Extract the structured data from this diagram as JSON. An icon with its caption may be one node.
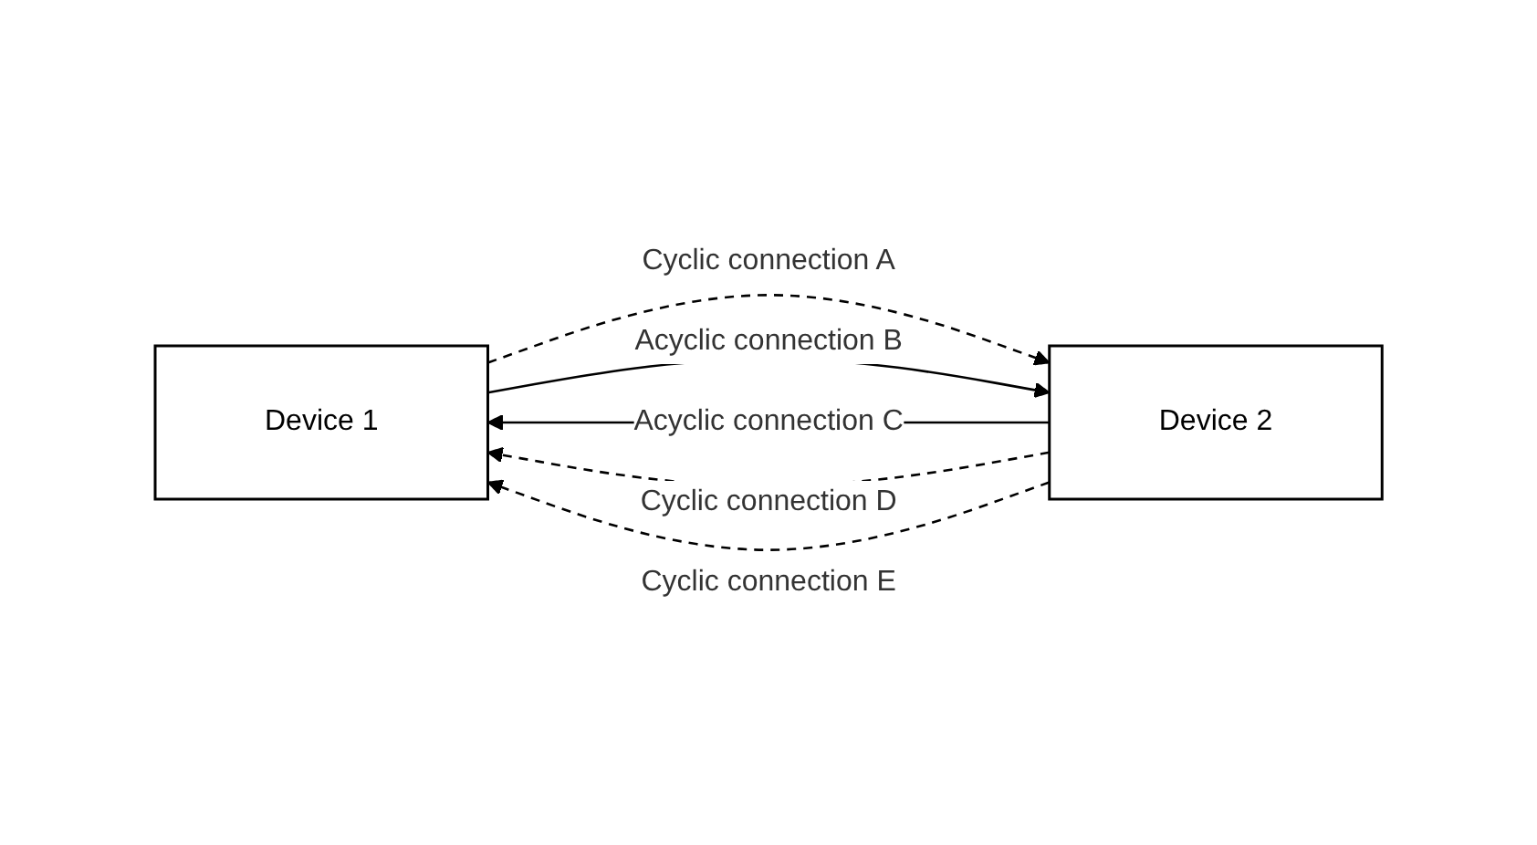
{
  "diagram": {
    "nodes": [
      {
        "text": [
          "Device 1"
        ]
      },
      {
        "text": [
          "Device 2"
        ]
      }
    ],
    "edges": [
      {
        "from": 0,
        "to": 1,
        "arrow": "to",
        "label": "Cyclic connection A",
        "style": "dashed"
      },
      {
        "from": 0,
        "to": 1,
        "arrow": "to",
        "label": "Acyclic connection B"
      },
      {
        "from": 1,
        "to": 0,
        "arrow": "to",
        "label": "Acyclic connection C"
      },
      {
        "from": 1,
        "to": 0,
        "arrow": "to",
        "label": "Cyclic connection D",
        "style": "dashed"
      },
      {
        "from": 1,
        "to": 0,
        "arrow": "to",
        "label": "Cyclic connection E",
        "style": "dashed"
      }
    ]
  }
}
